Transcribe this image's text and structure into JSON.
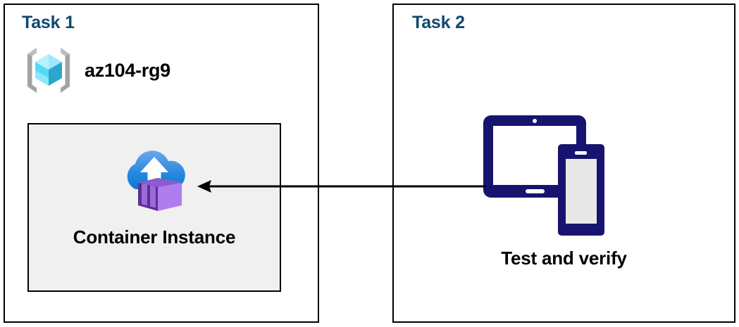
{
  "diagram": {
    "title": "Azure Container Instance task diagram",
    "background": "#ffffff",
    "colors": {
      "panel_border": "#000000",
      "task_label": "#10496E",
      "card_fill": "#f0f0f0",
      "card_border": "#000000",
      "device_navy": "#16146E",
      "device_screen_gray": "#e8e8e8",
      "cloud_blue_light": "#5EA2EA",
      "cloud_blue_dark": "#0B78D1",
      "container_purple_light": "#B07CEE",
      "container_purple_mid": "#9A6AD8",
      "container_purple_dark": "#5C2E91",
      "rg_bracket_gray": "#A3A3A3",
      "rg_cube_light": "#9BE8FB",
      "rg_cube_mid": "#50D7F5",
      "rg_cube_dark": "#2BA7CE",
      "arrow": "#000000"
    }
  },
  "panels": [
    {
      "id": "task1",
      "label": "Task 1",
      "resource_group": {
        "icon": "azure-resource-group-icon",
        "name": "az104-rg9"
      },
      "card": {
        "icon": "azure-container-instance-icon",
        "label": "Container Instance"
      }
    },
    {
      "id": "task2",
      "label": "Task 2",
      "device": {
        "icon": "tablet-and-phone-icon",
        "label": "Test and verify"
      }
    }
  ],
  "connector": {
    "name": "arrow-task2-to-container-instance",
    "direction": "right-to-left",
    "from": "Test and verify",
    "to": "Container Instance",
    "style": "solid-line-with-arrowhead",
    "color": "#000000"
  }
}
